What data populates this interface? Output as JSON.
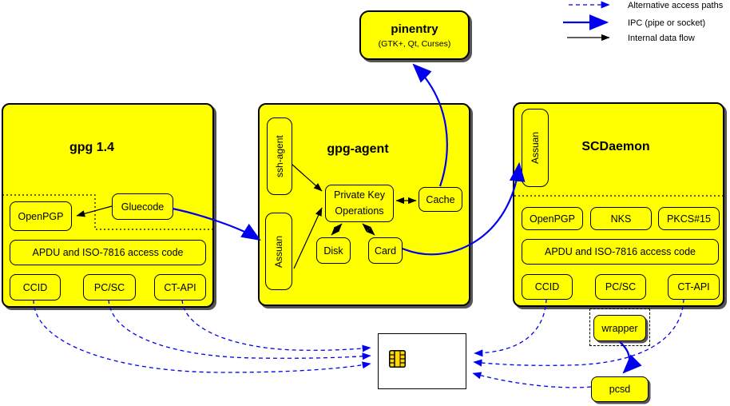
{
  "colors": {
    "box_fill": "#FFFF00",
    "line_blue": "#0000EE",
    "line_black": "#000000",
    "chip_gold": "#FFD700",
    "card_fill": "#FFFFFF"
  },
  "legend": {
    "alt": "Alternative access paths",
    "ipc": "IPC (pipe or socket)",
    "internal": "Internal data flow"
  },
  "pinentry": {
    "title": "pinentry",
    "subtitle": "(GTK+, Qt, Curses)"
  },
  "gpg14": {
    "title": "gpg 1.4",
    "gluecode": "Gluecode",
    "openpgp": "OpenPGP",
    "apdu": "APDU and ISO-7816 access code",
    "ccid": "CCID",
    "pcsc": "PC/SC",
    "ctapi": "CT-API"
  },
  "agent": {
    "title": "gpg-agent",
    "ssh": "ssh-agent",
    "assuan": "Assuan",
    "pko_line1": "Private Key",
    "pko_line2": "Operations",
    "cache": "Cache",
    "disk": "Disk",
    "card": "Card"
  },
  "scd": {
    "title": "SCDaemon",
    "assuan": "Assuan",
    "openpgp": "OpenPGP",
    "nks": "NKS",
    "pkcs15": "PKCS#15",
    "apdu": "APDU and ISO-7816 access code",
    "ccid": "CCID",
    "pcsc": "PC/SC",
    "ctapi": "CT-API"
  },
  "periph": {
    "wrapper": "wrapper",
    "pcsd": "pcsd",
    "smartcard_icon": "smartcard-chip-icon"
  }
}
